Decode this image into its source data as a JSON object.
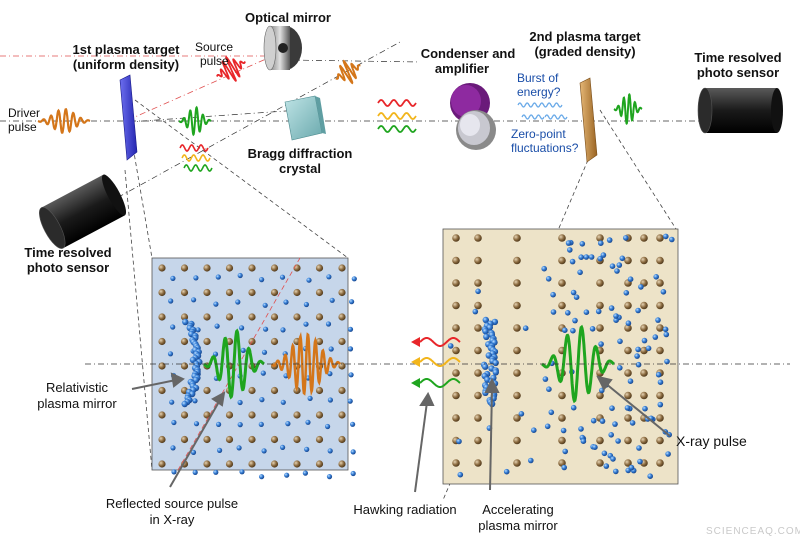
{
  "labels": {
    "optical_mirror": "Optical mirror",
    "first_target_l1": "1st plasma target",
    "first_target_l2": "(uniform density)",
    "source_pulse_l1": "Source",
    "source_pulse_l2": "pulse",
    "condenser_l1": "Condenser  and",
    "condenser_l2": "amplifier",
    "second_target_l1": "2nd plasma target",
    "second_target_l2": "(graded density)",
    "sensor_right_l1": "Time resolved",
    "sensor_right_l2": "photo sensor",
    "driver_l1": "Driver",
    "driver_l2": "pulse",
    "burst_l1": "Burst of",
    "burst_l2": "energy?",
    "zero_point_l1": "Zero-point",
    "zero_point_l2": "fluctuations?",
    "bragg_l1": "Bragg diffraction",
    "bragg_l2": "crystal",
    "sensor_left_l1": "Time resolved",
    "sensor_left_l2": "photo sensor",
    "rel_mirror_l1": "Relativistic",
    "rel_mirror_l2": "plasma mirror",
    "reflected_l1": "Reflected source pulse",
    "reflected_l2": "in X-ray",
    "hawking": "Hawking radiation",
    "accel_l1": "Accelerating",
    "accel_l2": "plasma mirror",
    "xray_pulse": "X-ray pulse"
  },
  "watermark": "SCIENCEAQ.COM",
  "colors": {
    "driver_pulse": "#d4761a",
    "green_pulse": "#1fa51f",
    "red_pulse": "#e8262a",
    "yellow_pulse": "#f2b51c",
    "target1": "#3d3fd6",
    "target2": "#c98a3a",
    "panel_left_bg": "#c6d6ea",
    "panel_right_bg": "#ede3c8",
    "electron": "#2f6fc8",
    "ion": "#8a6a3f",
    "crystal": "#8fc6c9"
  }
}
